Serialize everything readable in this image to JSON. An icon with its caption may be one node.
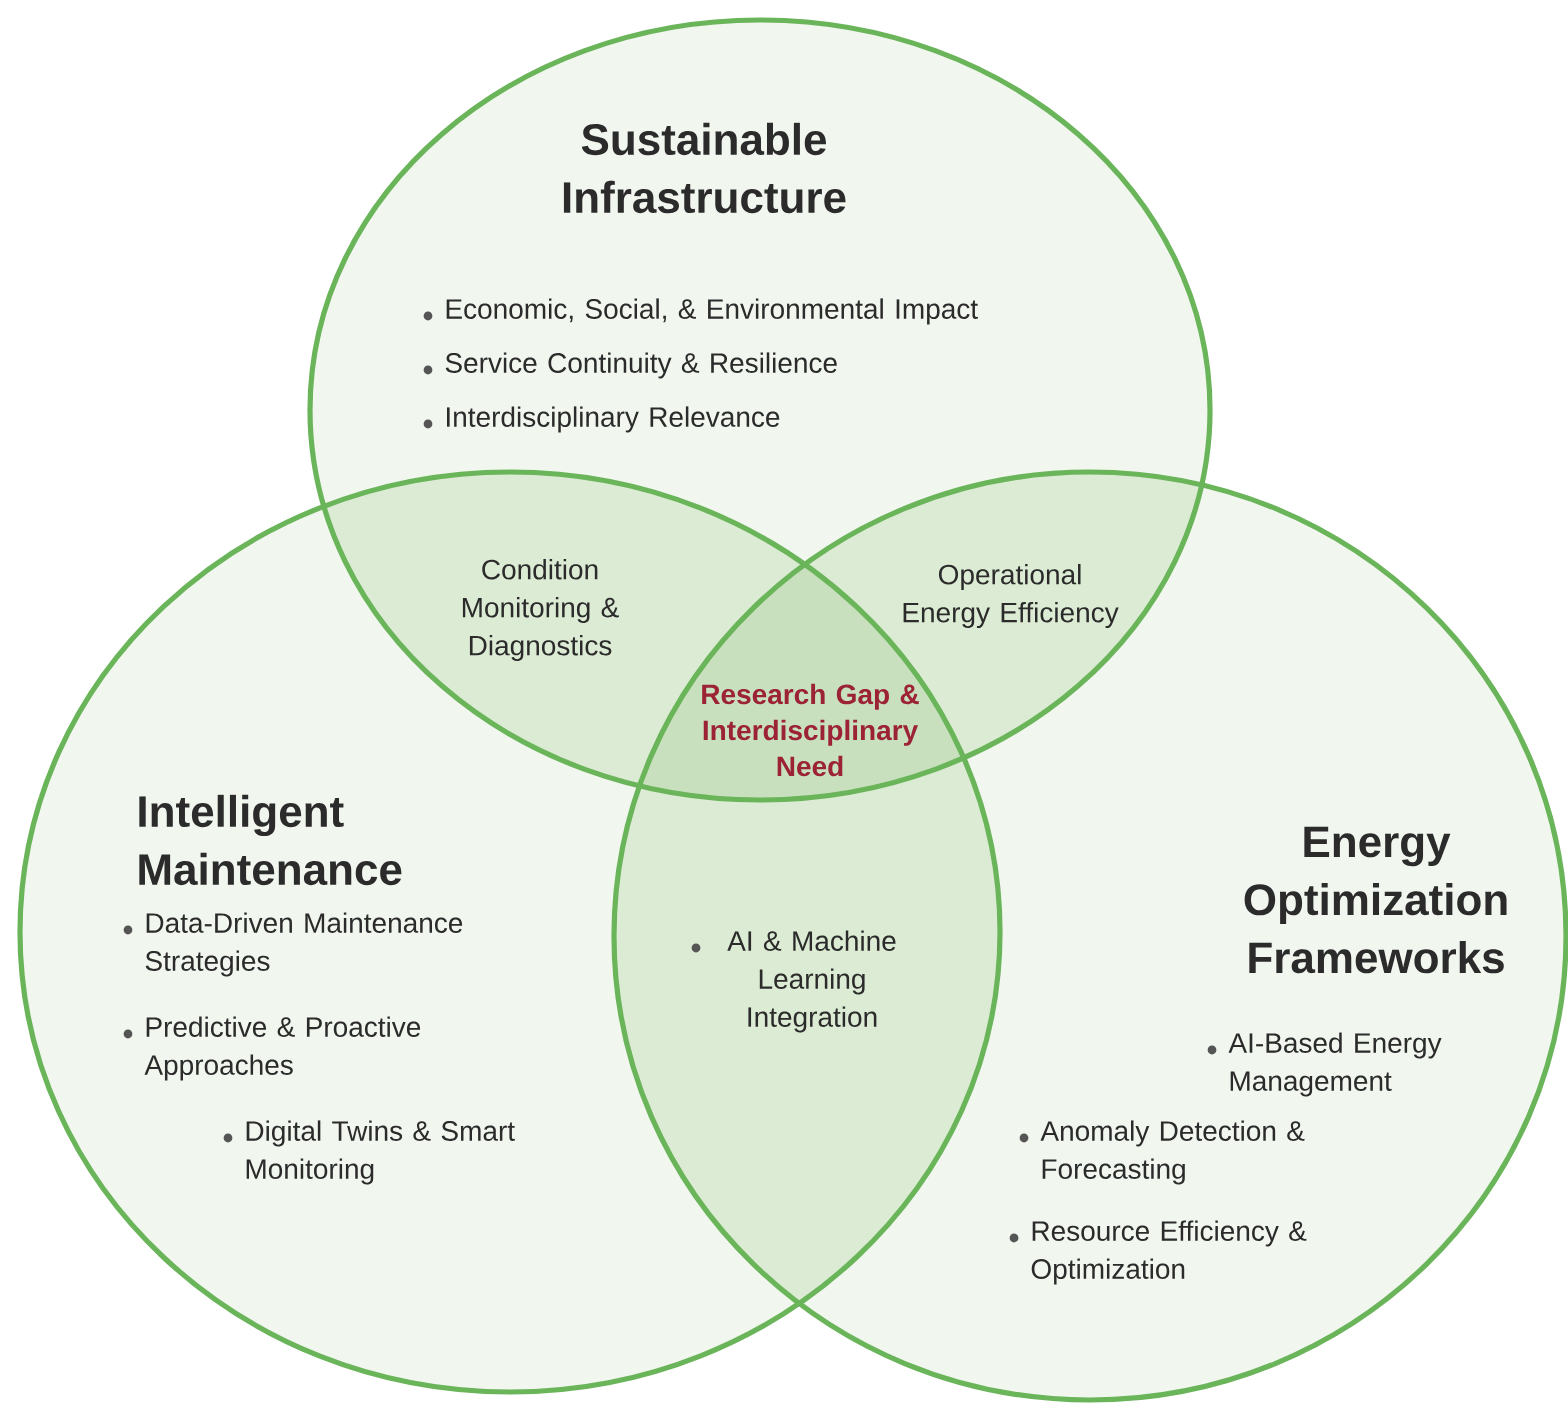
{
  "diagram": {
    "nodes": [
      {
        "text": [
          "Sustainable Infrastructure",
          "Economic, Social, & Environmental Impact",
          "Service Continuity & Resilience",
          "Interdisciplinary Relevance"
        ]
      },
      {
        "text": [
          "Intelligent Maintenance",
          "Data-Driven Maintenance Strategies",
          "Predictive & Proactive Approaches",
          "Digital Twins & Smart Monitoring"
        ]
      },
      {
        "text": [
          "Energy Optimization Frameworks",
          "AI-Based Energy Management",
          "Anomaly Detection & Forecasting",
          "Resource Efficiency & Optimization"
        ]
      }
    ],
    "labels": [
      "Condition Monitoring & Diagnostics",
      "Operational Energy Efficiency",
      "Research Gap & Interdisciplinary Need",
      "AI & Machine Learning Integration"
    ]
  }
}
